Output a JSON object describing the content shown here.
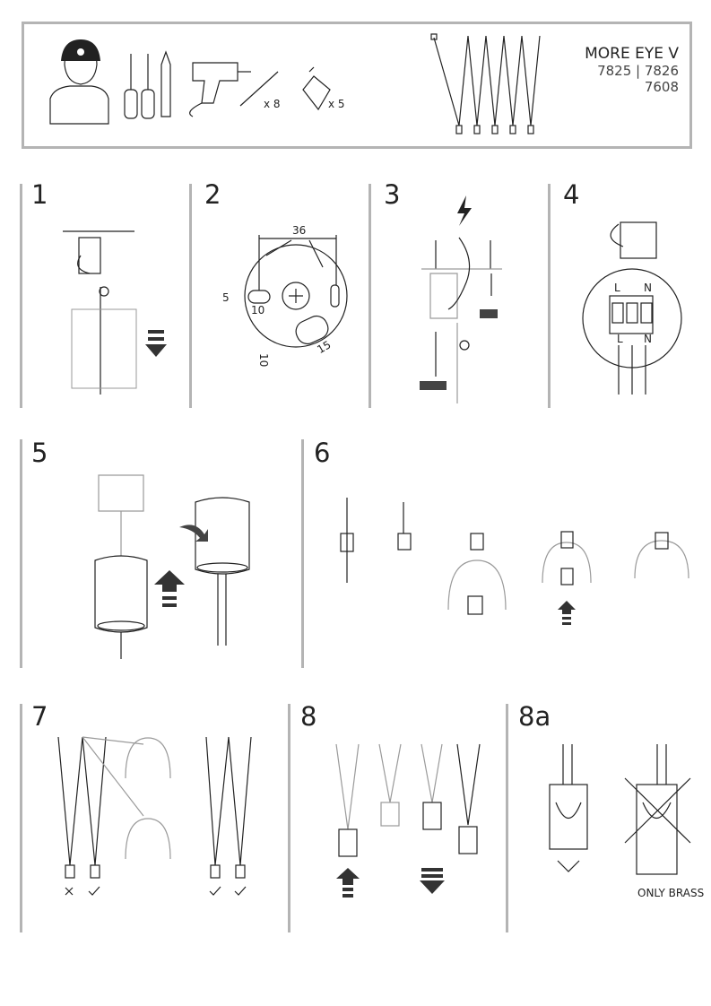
{
  "product": {
    "name": "MORE EYE V",
    "codes_line1": "7825 | 7826",
    "codes_line2": "7608"
  },
  "tools": {
    "dowel_count": "x 8",
    "bulb_count": "x 5"
  },
  "steps": [
    "1",
    "2",
    "3",
    "4",
    "5",
    "6",
    "7",
    "8",
    "8a"
  ],
  "dimensions": {
    "width": "36",
    "slot_height": "5",
    "slot_width": "10",
    "offset": "10",
    "hole": "15"
  },
  "terminal_labels": {
    "live": "L",
    "neutral": "N"
  },
  "notes": {
    "only_brass": "ONLY BRASS"
  }
}
